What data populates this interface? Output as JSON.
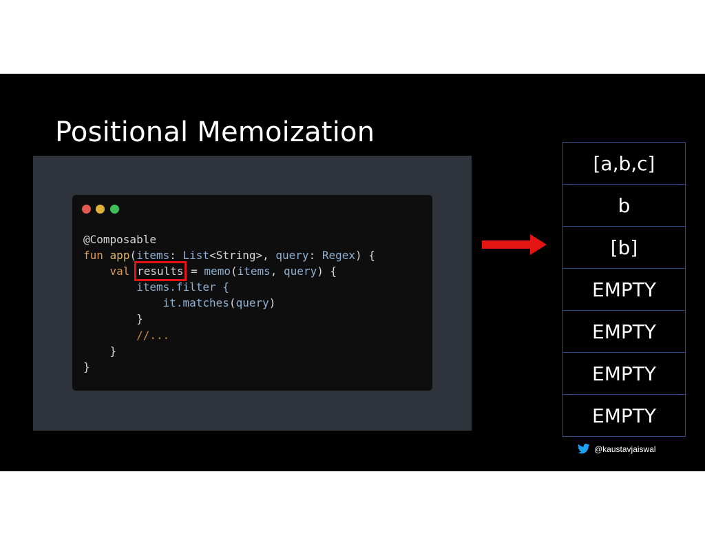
{
  "slide": {
    "title": "Positional Memoization",
    "twitter_handle": "@kaustavjaiswal"
  },
  "editor": {
    "window_controls": [
      "close-dot",
      "minimize-dot",
      "zoom-dot"
    ],
    "code": {
      "line1": "@Composable",
      "line2_fun": "fun",
      "line2_name": "app",
      "line2_p1": "items",
      "line2_t1": "List",
      "line2_t1_generic": "<String>",
      "line2_p2": "query",
      "line2_t2": "Regex",
      "line3_val": "val",
      "line3_var": "results",
      "line3_memo": "memo",
      "line3_a1": "items",
      "line3_a2": "query",
      "line4": "items.filter {",
      "line5_call": "it.matches",
      "line5_arg": "query",
      "line6": "}",
      "line7": "//...",
      "line8": "}",
      "line9": "}"
    },
    "highlighted_token": "results"
  },
  "slot_table": {
    "cells": [
      "[a,b,c]",
      "b",
      "[b]",
      "EMPTY",
      "EMPTY",
      "EMPTY",
      "EMPTY"
    ]
  },
  "colors": {
    "arrow": "#e41414",
    "table_border": "#2f4b8f",
    "twitter": "#1da1f2"
  },
  "icons": [
    "arrow-right-icon",
    "twitter-bird-icon"
  ]
}
